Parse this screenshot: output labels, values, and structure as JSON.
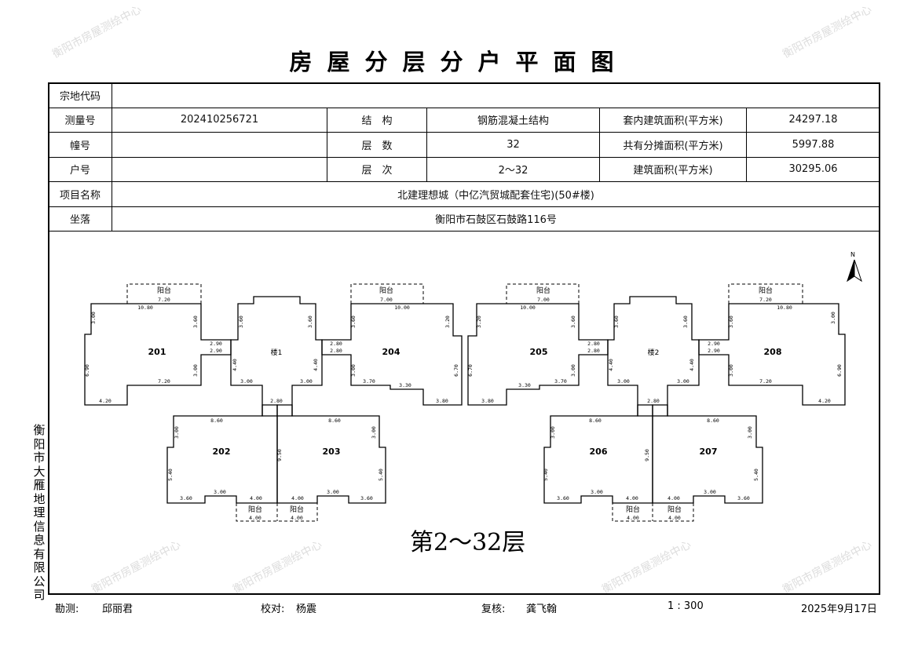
{
  "title": "房屋分层分户平面图",
  "watermark": "衡阳市房屋测绘中心",
  "table": {
    "land_code_label": "宗地代码",
    "land_code": "",
    "survey_no_label": "测量号",
    "survey_no": "202410256721",
    "structure_label": "结　构",
    "structure": "钢筋混凝土结构",
    "inner_area_label": "套内建筑面积(平方米)",
    "inner_area": "24297.18",
    "building_no_label": "幢号",
    "building_no": "",
    "floors_label": "层　数",
    "floors": "32",
    "shared_area_label": "共有分摊面积(平方米)",
    "shared_area": "5997.88",
    "unit_no_label": "户号",
    "unit_no": "",
    "floor_range_label": "层　次",
    "floor_range": "2～32",
    "building_area_label": "建筑面积(平方米)",
    "building_area": "30295.06",
    "project_label": "项目名称",
    "project": "北建理想城（中亿汽贸城配套住宅)(50#楼)",
    "location_label": "坐落",
    "location": "衡阳市石鼓区石鼓路116号"
  },
  "plan": {
    "rooms_left": [
      "201",
      "楼1",
      "204",
      "202",
      "203"
    ],
    "rooms_right": [
      "208",
      "楼2",
      "205",
      "207",
      "206"
    ],
    "balcony": "阳台",
    "dims": [
      "10.80",
      "3.00",
      "3.60",
      "6.90",
      "3.00",
      "7.20",
      "4.20",
      "2.90",
      "2.90",
      "3.60",
      "3.60",
      "4.40",
      "4.40",
      "3.00",
      "3.00",
      "2.80",
      "10.00",
      "3.60",
      "3.20",
      "2.80",
      "2.80",
      "3.00",
      "6.70",
      "3.70",
      "3.30",
      "3.80",
      "8.60",
      "3.00",
      "5.40",
      "9.50",
      "3.00",
      "3.60",
      "4.00",
      "8.60",
      "3.00",
      "5.40",
      "3.00",
      "4.00",
      "3.60",
      "7.20",
      "7.00",
      "4.00",
      "4.00"
    ],
    "north": "N",
    "floor_label": "第2～32层"
  },
  "company": "衡阳市大雁地理信息有限公司",
  "footer": {
    "survey_label": "勘测:",
    "surveyor": "邱丽君",
    "check_label": "校对:",
    "checker": "杨震",
    "review_label": "复核:",
    "reviewer": "龚飞翰",
    "scale": "1 : 300",
    "date": "2025年9月17日"
  }
}
